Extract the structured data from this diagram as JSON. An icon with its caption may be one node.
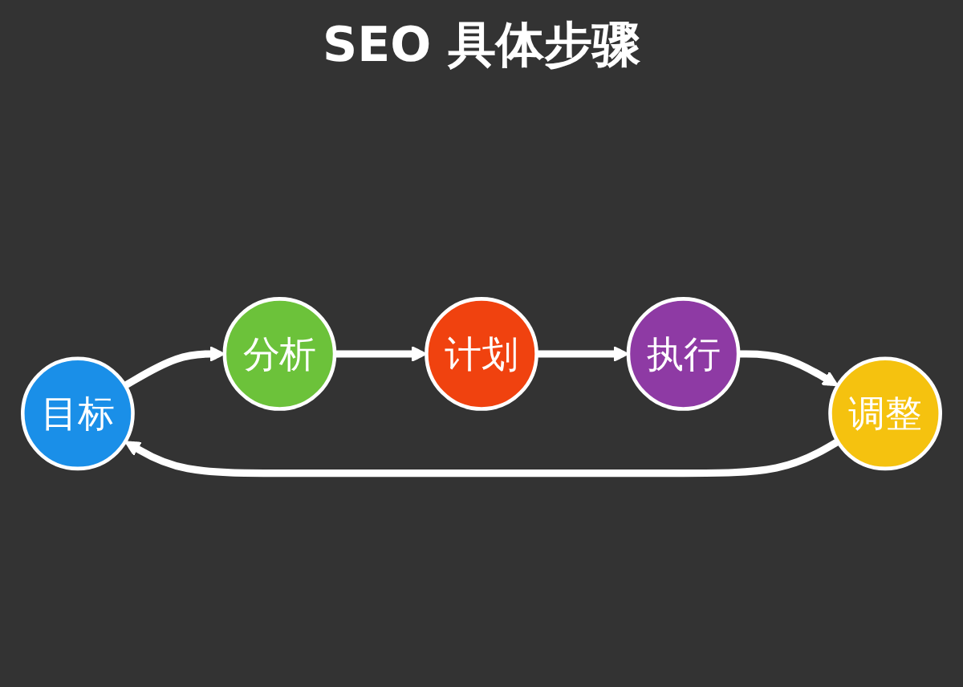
{
  "diagram": {
    "title": "SEO 具体步骤",
    "nodes": [
      {
        "text": [
          "目标"
        ]
      },
      {
        "text": [
          "分析"
        ]
      },
      {
        "text": [
          "计划"
        ]
      },
      {
        "text": [
          "执行"
        ]
      },
      {
        "text": [
          "调整"
        ]
      }
    ],
    "edges": [
      {
        "from": 0,
        "to": 1,
        "arrow": "to"
      },
      {
        "from": 1,
        "to": 2,
        "arrow": "to"
      },
      {
        "from": 2,
        "to": 3,
        "arrow": "to"
      },
      {
        "from": 3,
        "to": 4,
        "arrow": "to"
      },
      {
        "from": 4,
        "to": 0,
        "arrow": "to"
      }
    ]
  }
}
